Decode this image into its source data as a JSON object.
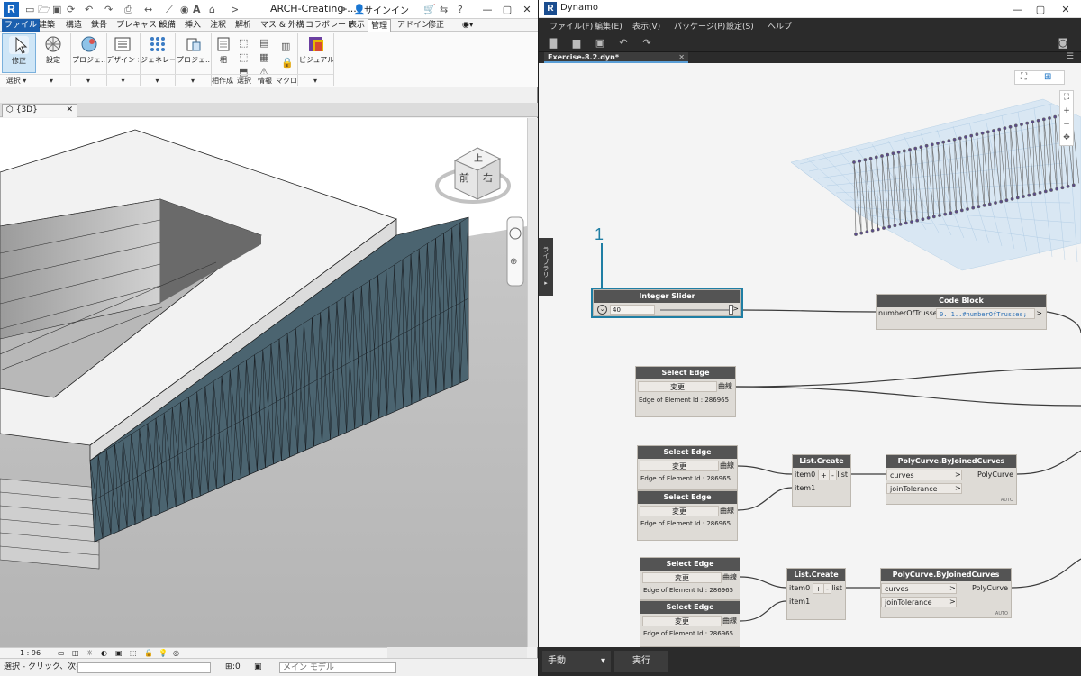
{
  "revit": {
    "logo": "R",
    "title": "ARCH-Creating-...",
    "signin": "サインイン",
    "tabs": [
      "ファイル",
      "建築",
      "構造",
      "鉄骨",
      "プレキャスト",
      "設備",
      "挿入",
      "注釈",
      "解析",
      "マス & 外構",
      "コラボレート",
      "表示",
      "管理",
      "アドイン",
      "修正"
    ],
    "active_tab": "管理",
    "ribbon": {
      "modify": "修正",
      "settings": "設定",
      "project1": "プロジェ...",
      "design": "デザイン オ...",
      "generate": "ジェネレー...",
      "project2": "プロジェ...",
      "phase": "相",
      "visual": "ビジュアル..."
    },
    "panels": {
      "select": "選択 ▾",
      "phase_panel": "相作成",
      "select2": "選択",
      "info": "情報",
      "macro": "マクロ"
    },
    "view_tab": "{3D}",
    "scale": "1 : 96",
    "status": "選択 - クリック、次へ=[T",
    "zero": ":0",
    "model": "メイン モデル",
    "viewcube": {
      "top": "上",
      "front": "前",
      "right": "右"
    }
  },
  "dynamo": {
    "logo": "R",
    "title": "Dynamo",
    "menu": [
      "ファイル(F)",
      "編集(E)",
      "表示(V)",
      "パッケージ(P)",
      "設定(S)",
      "ヘルプ"
    ],
    "file_tab": "Exercise-8.2.dyn*",
    "library": "ライブラリ",
    "run_mode": "手動",
    "run_button": "実行",
    "callout": "1",
    "nodes": {
      "slider": {
        "title": "Integer Slider",
        "value": "40"
      },
      "code": {
        "title": "Code Block",
        "input": "numberOfTrusses",
        "code": "0..1..#numberOfTrusses;",
        "out": ">"
      },
      "edge1": {
        "title": "Select Edge",
        "button": "変更",
        "out": "曲線",
        "preview": "Edge of Element Id : 286965"
      },
      "edge2": {
        "title": "Select Edge",
        "button": "変更",
        "out": "曲線",
        "preview": "Edge of Element Id : 286965"
      },
      "edge3": {
        "title": "Select Edge",
        "button": "変更",
        "out": "曲線",
        "preview": "Edge of Element Id : 286965"
      },
      "edge4": {
        "title": "Select Edge",
        "button": "変更",
        "out": "曲線",
        "preview": "Edge of Element Id : 286965"
      },
      "edge5": {
        "title": "Select Edge",
        "button": "変更",
        "out": "曲線",
        "preview": "Edge of Element Id : 286965"
      },
      "list1": {
        "title": "List.Create",
        "in0": "item0",
        "in1": "item1",
        "plus": "+",
        "minus": "-",
        "out": "list"
      },
      "list2": {
        "title": "List.Create",
        "in0": "item0",
        "in1": "item1",
        "plus": "+",
        "minus": "-",
        "out": "list"
      },
      "poly1": {
        "title": "PolyCurve.ByJoinedCurves",
        "in0": "curves",
        "in1": "joinTolerance",
        "out": "PolyCurve",
        "lacing": "AUTO"
      },
      "poly2": {
        "title": "PolyCurve.ByJoinedCurves",
        "in0": "curves",
        "in1": "joinTolerance",
        "out": "PolyCurve",
        "lacing": "AUTO"
      }
    }
  }
}
